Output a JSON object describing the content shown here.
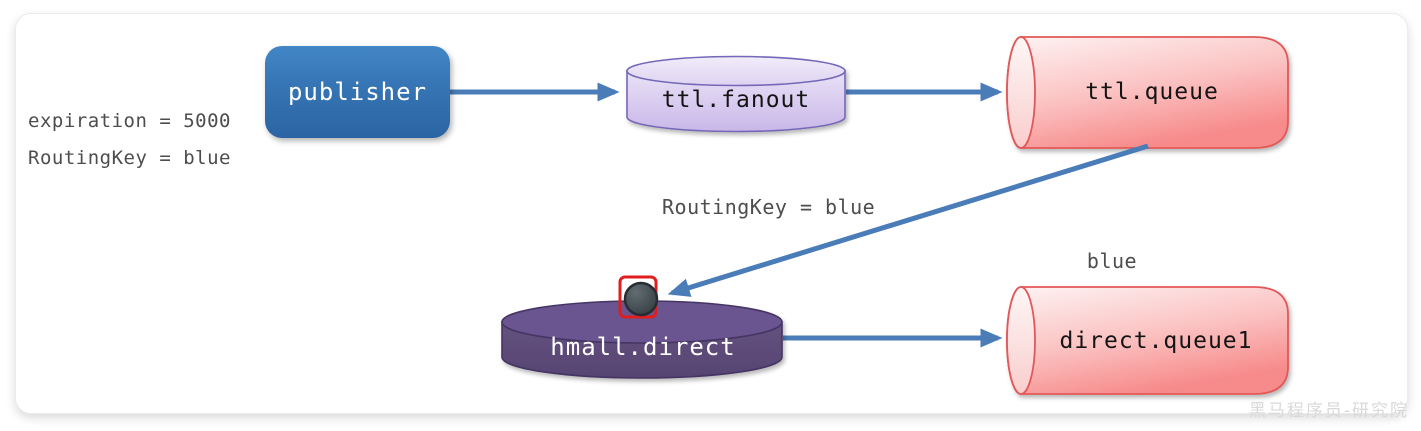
{
  "annotations": {
    "expiration": "expiration = 5000",
    "routing_key": "RoutingKey = blue"
  },
  "nodes": {
    "publisher": {
      "label": "publisher"
    },
    "ttl_fanout": {
      "label": "ttl.fanout"
    },
    "ttl_queue": {
      "label": "ttl.queue"
    },
    "hmall_direct": {
      "label": "hmall.direct"
    },
    "direct_queue1": {
      "label": "direct.queue1"
    }
  },
  "edges": [
    {
      "from": "publisher",
      "to": "ttl.fanout",
      "label": ""
    },
    {
      "from": "ttl.fanout",
      "to": "ttl.queue",
      "label": ""
    },
    {
      "from": "ttl.queue",
      "to": "hmall.direct",
      "label": "RoutingKey = blue"
    },
    {
      "from": "hmall.direct",
      "to": "direct.queue1",
      "label": "blue"
    }
  ],
  "watermark": "黑马程序员-研究院",
  "colors": {
    "arrow": "#4a7cb8",
    "publisher_top": "#4286c6",
    "publisher_bottom": "#2b64a3",
    "exchange_fill": "#d9cdf0",
    "exchange_border": "#7468b8",
    "queue_fill": "#f78b8b",
    "queue_border": "#e25858",
    "direct_exchange_fill": "#5d4b7a",
    "direct_exchange_border": "#453463",
    "dead_letter_highlight": "#e01e1e"
  }
}
